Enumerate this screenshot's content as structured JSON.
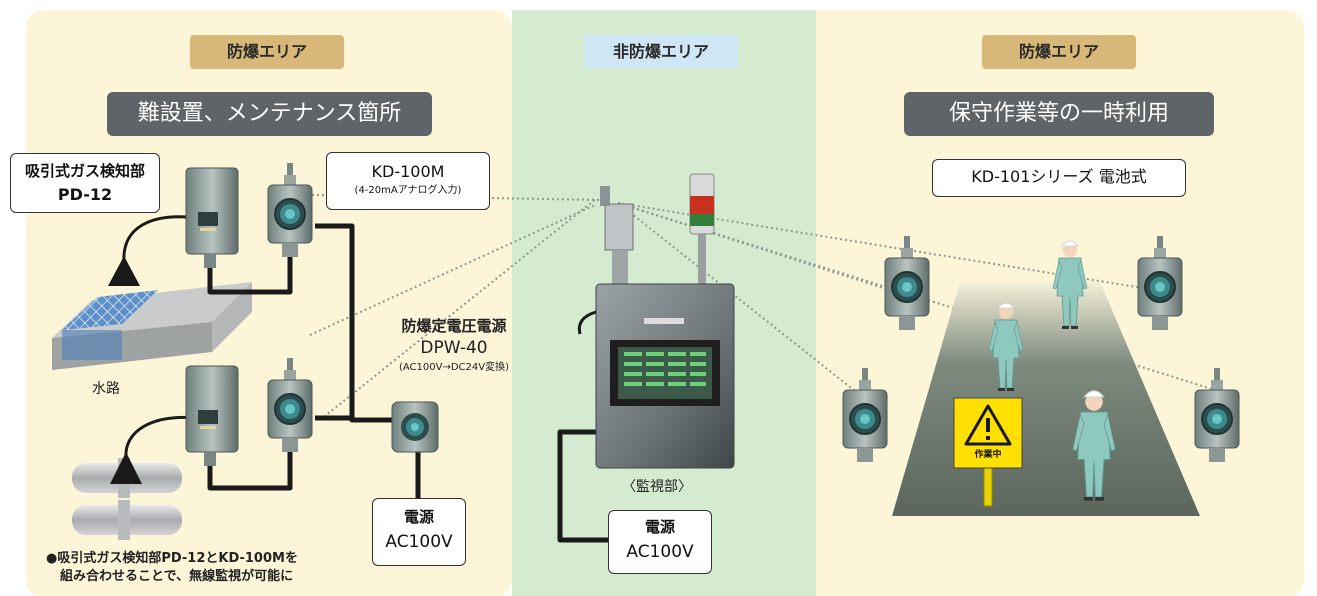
{
  "zones": {
    "left_label": "防爆エリア",
    "center_label": "非防爆エリア",
    "right_label": "防爆エリア",
    "left_banner": "難設置、メンテナンス箇所",
    "right_banner": "保守作業等の一時利用"
  },
  "labels": {
    "pd12_line1": "吸引式ガス検知部",
    "pd12_line2": "PD-12",
    "kd100m_line1": "KD-100M",
    "kd100m_line2": "(4-20mAアナログ入力)",
    "dpw_line1": "防爆定電圧電源",
    "dpw_line2": "DPW-40",
    "dpw_line3": "(AC100V→DC24V変換)",
    "power_left_line1": "電源",
    "power_left_line2": "AC100V",
    "power_center_line1": "電源",
    "power_center_line2": "AC100V",
    "water": "水路",
    "monitor": "〈監視部〉",
    "kd101": "KD-101シリーズ 電池式",
    "warning_sign": "作業中",
    "note_line1": "●吸引式ガス検知部PD-12とKD-100Mを",
    "note_line2": "組み合わせることで、無線監視が可能に"
  },
  "colors": {
    "hazard_bg": "#fcf5d8",
    "safe_bg": "#d5ebd0",
    "tag_hazard": "#d8b878",
    "tag_safe": "#cfe7f4",
    "banner": "#5e6468",
    "cable": "#1a1a1a",
    "worker": "#8fc8bf",
    "sign": "#ffe000"
  }
}
